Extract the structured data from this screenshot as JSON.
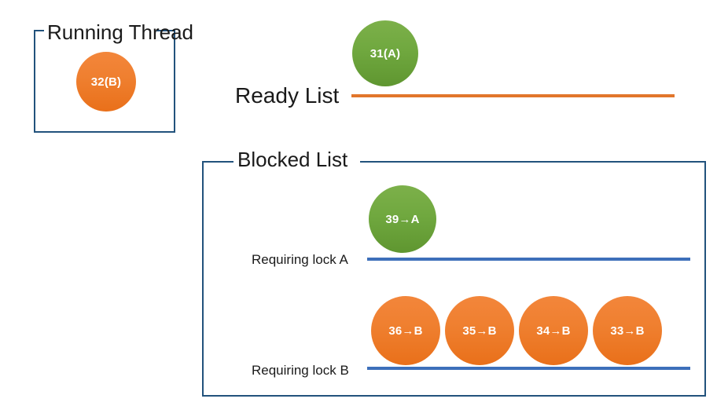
{
  "diagram": {
    "title_present": false,
    "colors": {
      "orange_node": "#ef7f2f",
      "green_node": "#70a83f",
      "orange_line": "#e2762b",
      "blue_line": "#3d6fba",
      "box_border": "#22527c",
      "text": "#1a1a1a",
      "node_text": "#ffffff",
      "background": "#ffffff"
    },
    "running_thread": {
      "box_label": "Running Thread",
      "nodes": [
        {
          "label": "32(B)",
          "color": "orange"
        }
      ]
    },
    "ready_list": {
      "label": "Ready List",
      "line_color": "orange",
      "nodes": [
        {
          "label": "31(A)",
          "color": "green"
        }
      ]
    },
    "blocked_list": {
      "box_label": "Blocked List",
      "rows": [
        {
          "label": "Requiring lock A",
          "line_color": "blue",
          "nodes": [
            {
              "label": "39→A",
              "color": "green"
            }
          ]
        },
        {
          "label": "Requiring lock B",
          "line_color": "blue",
          "nodes": [
            {
              "label": "36→B",
              "color": "orange"
            },
            {
              "label": "35→B",
              "color": "orange"
            },
            {
              "label": "34→B",
              "color": "orange"
            },
            {
              "label": "33→B",
              "color": "orange"
            }
          ]
        }
      ]
    }
  }
}
